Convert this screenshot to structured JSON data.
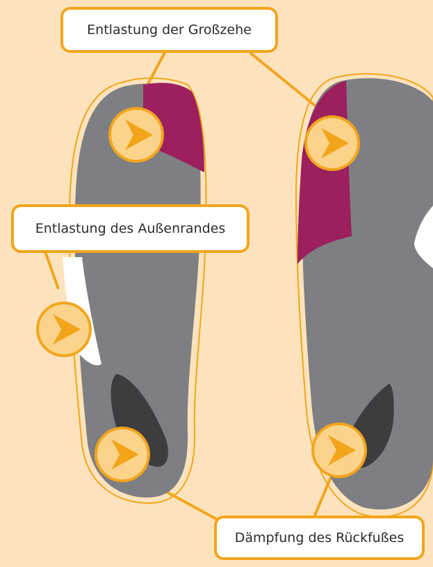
{
  "labels": {
    "great_toe": "Entlastung der Großzehe",
    "outer_edge": "Entlastung des Außenrandes",
    "rearfoot": "Dämpfung des Rückfußes"
  },
  "colors": {
    "background": "#fde3bd",
    "insole_gray": "#7e7f82",
    "heel_pad": "#3d3d3f",
    "toe_zone": "#9c1f5e",
    "outline": "#f2a51b",
    "marker": "#f2a51b",
    "marker_fill": "#fbd38a"
  },
  "icons": {
    "marker": "play-arrow-icon"
  }
}
